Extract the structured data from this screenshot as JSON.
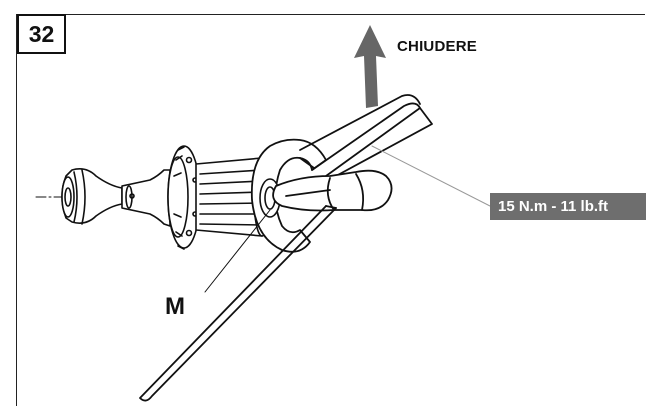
{
  "figure": {
    "step_number": "32",
    "action_label": "CHIUDERE",
    "torque_spec": "15 N.m - 11 lb.ft",
    "part_label": "M"
  },
  "colors": {
    "line": "#111111",
    "arrow": "#666666",
    "badge_bg": "#6e6e6e",
    "leader": "#999999"
  },
  "icons": {
    "direction": "arrow-up-icon",
    "tool": "hex-key-icon",
    "wrench": "wrench-icon"
  }
}
